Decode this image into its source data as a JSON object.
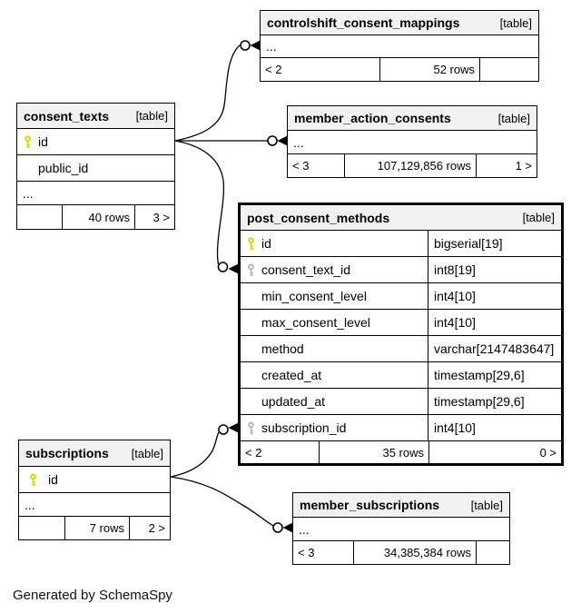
{
  "diagram": {
    "generator_note": "Generated by SchemaSpy",
    "colors": {
      "primary_key_icon": "#d8d800",
      "foreign_key_icon": "#b9b9b9",
      "header_background": "#f2f2f2",
      "line": "#000000"
    },
    "tables": {
      "controlshift_consent_mappings": {
        "name": "controlshift_consent_mappings",
        "tag": "[table]",
        "columns": [
          {
            "name": "..."
          }
        ],
        "footer": {
          "left": "< 2",
          "rows": "52 rows",
          "right": ""
        }
      },
      "consent_texts": {
        "name": "consent_texts",
        "tag": "[table]",
        "columns": [
          {
            "name": "id",
            "key": "primary"
          },
          {
            "name": "public_id"
          },
          {
            "name": "..."
          }
        ],
        "footer": {
          "left": "",
          "rows": "40 rows",
          "right": "3 >"
        }
      },
      "member_action_consents": {
        "name": "member_action_consents",
        "tag": "[table]",
        "columns": [
          {
            "name": "..."
          }
        ],
        "footer": {
          "left": "< 3",
          "rows": "107,129,856 rows",
          "right": "1 >"
        }
      },
      "post_consent_methods": {
        "name": "post_consent_methods",
        "tag": "[table]",
        "columns": [
          {
            "name": "id",
            "key": "primary",
            "type": "bigserial[19]"
          },
          {
            "name": "consent_text_id",
            "key": "foreign",
            "type": "int8[19]"
          },
          {
            "name": "min_consent_level",
            "type": "int4[10]"
          },
          {
            "name": "max_consent_level",
            "type": "int4[10]"
          },
          {
            "name": "method",
            "type": "varchar[2147483647]"
          },
          {
            "name": "created_at",
            "type": "timestamp[29,6]"
          },
          {
            "name": "updated_at",
            "type": "timestamp[29,6]"
          },
          {
            "name": "subscription_id",
            "key": "foreign",
            "type": "int4[10]"
          }
        ],
        "footer": {
          "left": "< 2",
          "rows": "35 rows",
          "right": "0 >"
        }
      },
      "subscriptions": {
        "name": "subscriptions",
        "tag": "[table]",
        "columns": [
          {
            "name": "id",
            "key": "primary"
          },
          {
            "name": "..."
          }
        ],
        "footer": {
          "left": "",
          "rows": "7 rows",
          "right": "2 >"
        }
      },
      "member_subscriptions": {
        "name": "member_subscriptions",
        "tag": "[table]",
        "columns": [
          {
            "name": "..."
          }
        ],
        "footer": {
          "left": "< 3",
          "rows": "34,385,384 rows",
          "right": ""
        }
      }
    },
    "relationships": [
      {
        "from": "consent_texts.id",
        "to": "controlshift_consent_mappings"
      },
      {
        "from": "consent_texts.id",
        "to": "member_action_consents"
      },
      {
        "from": "consent_texts.id",
        "to": "post_consent_methods.consent_text_id"
      },
      {
        "from": "subscriptions.id",
        "to": "post_consent_methods.subscription_id"
      },
      {
        "from": "subscriptions.id",
        "to": "member_subscriptions"
      }
    ]
  }
}
